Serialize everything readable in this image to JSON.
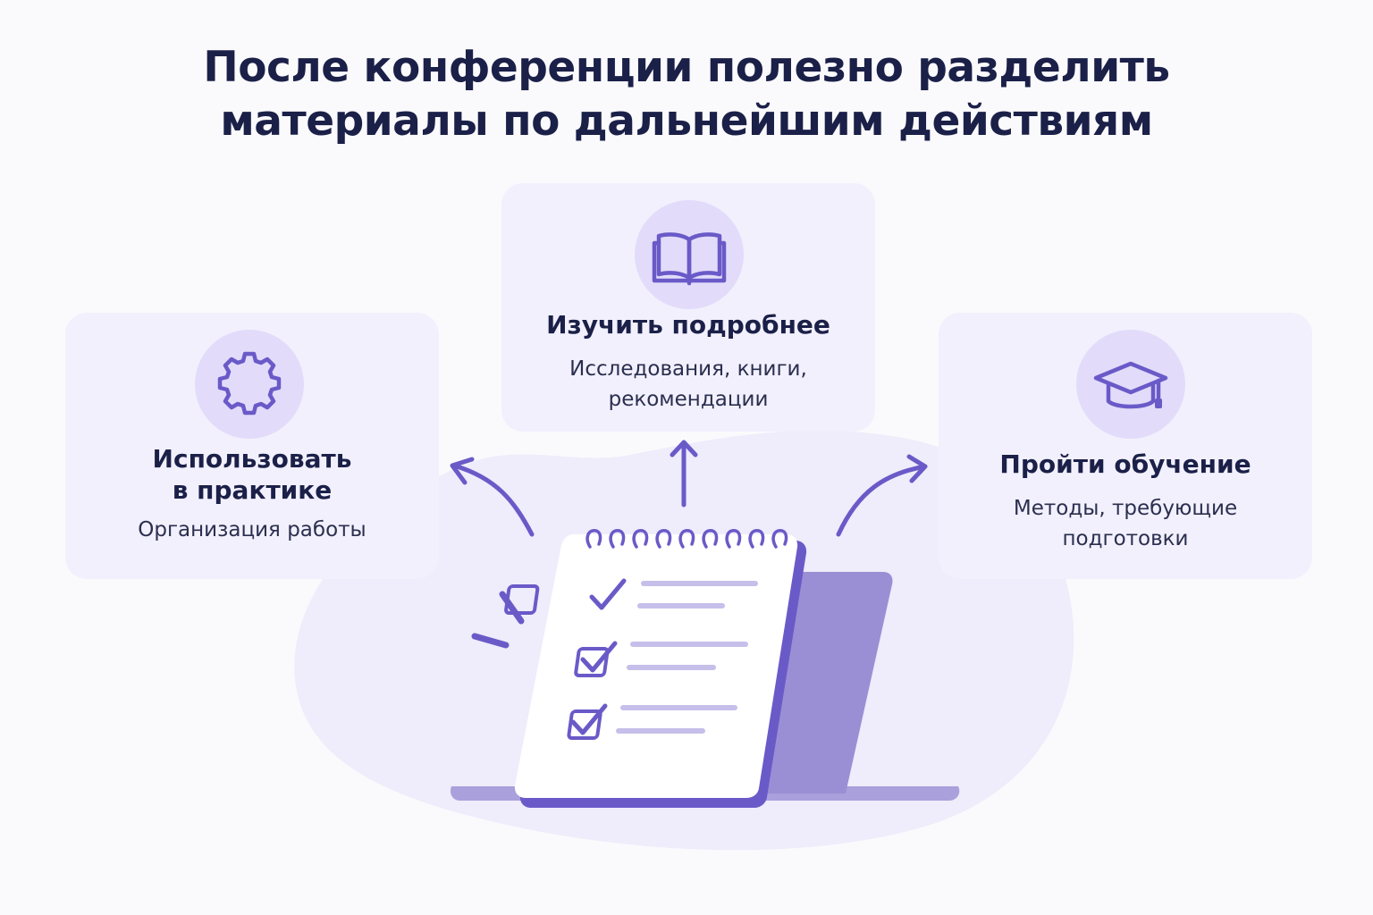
{
  "title": {
    "line1": "После конференции полезно разделить",
    "line2": "материалы по дальнейшим действиям"
  },
  "cards": {
    "left": {
      "title_line1": "Использовать",
      "title_line2": "в практике",
      "desc": "Организация работы",
      "icon": "gear-icon"
    },
    "top": {
      "title": "Изучить подробнее",
      "desc_line1": "Исследования, книги,",
      "desc_line2": "рекомендации",
      "icon": "book-icon"
    },
    "right": {
      "title": "Пройти обучение",
      "desc_line1": "Методы, требующие",
      "desc_line2": "подготовки",
      "icon": "graduation-cap-icon"
    }
  },
  "colors": {
    "accent": "#6a5ac8",
    "card_bg": "#f2f0fd",
    "icon_bg": "#e2dcfa",
    "text": "#1b2048",
    "blob": "#efecfb"
  }
}
